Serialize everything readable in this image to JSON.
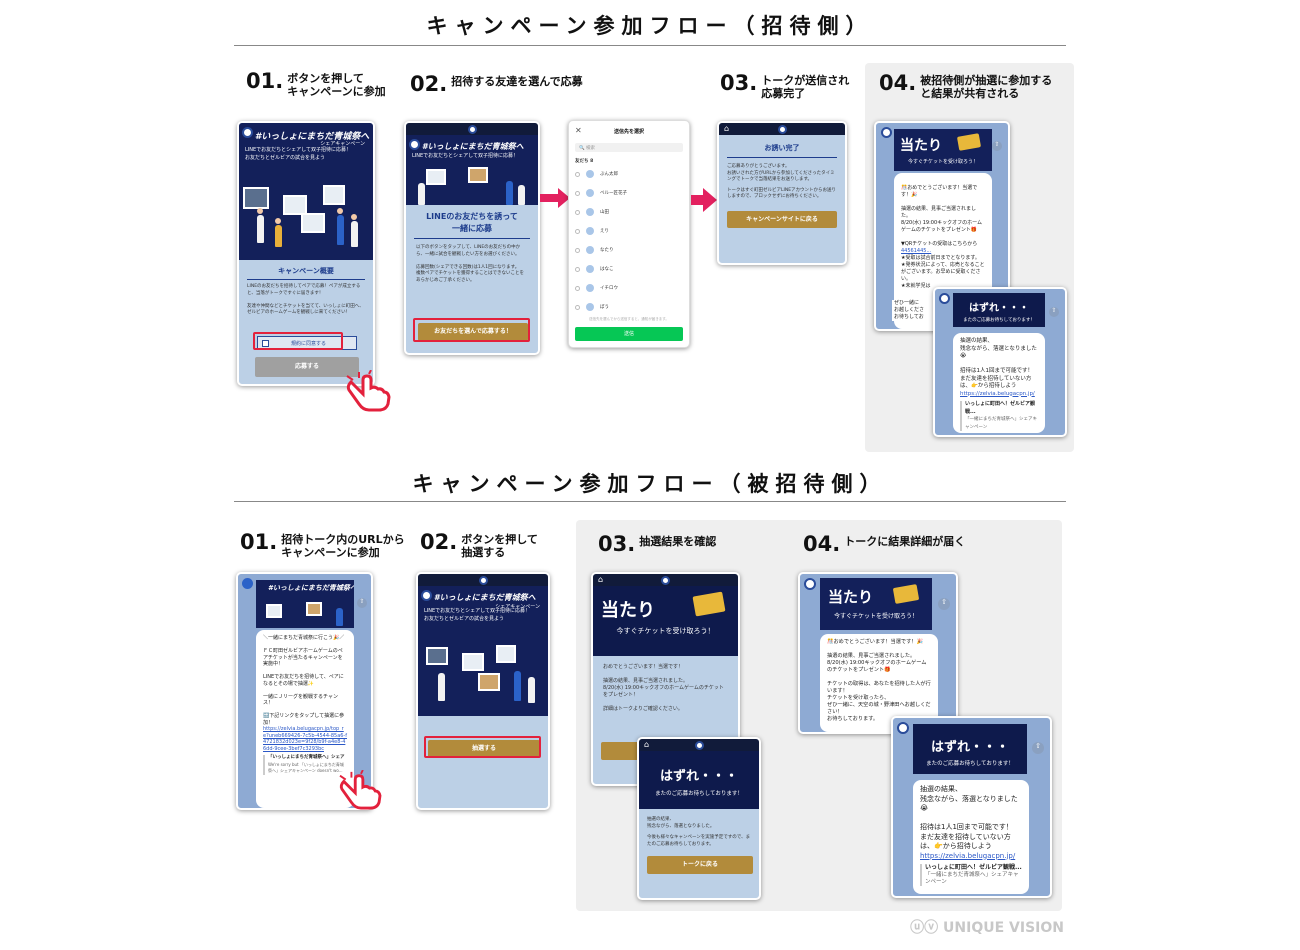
{
  "inviter": {
    "title": "キャンペーン参加フロー（招待側）",
    "steps": [
      {
        "num": "01.",
        "text": "ボタンを押して\nキャンペーンに参加"
      },
      {
        "num": "02.",
        "text": "招待する友達を選んで応募"
      },
      {
        "num": "03.",
        "text": "トークが送信され\n応募完了"
      },
      {
        "num": "04.",
        "text": "被招待側が抽選に参加する\nと結果が共有される"
      }
    ],
    "s1": {
      "banner_title": "#いっしょにまちだ青城祭へ",
      "banner_sub": "シェアキャンペーン",
      "banner_line1": "LINEでお友だちとシェアして双子招待に応募！",
      "banner_line2": "お友だちとゼルビアの試合を見よう",
      "section": "キャンペーン概要",
      "body": "LINEのお友だちを招待してペアで応募！ペアが成立すると、当落がトークですぐに届きます！\n\n友達や仲間などとチケットを当てて、いっしょに町田へ、ゼルビアのホームゲームを観戦しに来てください！",
      "agree": "規約に同意する",
      "apply": "応募する"
    },
    "s2": {
      "heading_line1": "LINEのお友だちを誘って",
      "heading_line2": "一緒に応募",
      "body": "以下のボタンをタップして、LINEのお友だちの中から、一緒に試合を観戦したい方をお選びください。\n\n応募回数(シェアできる回数)は1人1回になります。\n複数ペアでチケットを獲得することはできないことをあらかじめご了承ください。",
      "button": "お友だちを選んで応募する！"
    },
    "picker": {
      "title": "送信先を選択",
      "search": "検索",
      "section": "友だち 8",
      "names": [
        "ぶん太郎",
        "ベルー匠花子",
        "山田",
        "えり",
        "なたり",
        "はなこ",
        "イチロウ",
        "ぼう"
      ],
      "footer_note": "送信先を選んでから送信すると、通知が届きます。",
      "send": "送信"
    },
    "s3": {
      "heading": "お誘い完了",
      "body1": "ご応募ありがとうございます。\nお誘いされた方がURLから参加してくださったタイミングでトークで当落結果をお送りします。",
      "body2": "トークはすぐ町田ゼルビアLINEアカウントからお送りしますので、ブロックせずにお待ちください。",
      "button": "キャンペーンサイトに戻る"
    },
    "s4": {
      "win_word": "当たり",
      "win_sub": "今すぐチケットを受け取ろう！",
      "msg1": "🎊おめでとうございます！当選です！🎉\n\n抽選の結果、見事ご当選されました。\n8/20(水) 19:00キックオフのホームゲームのチケットをプレゼント🎁\n\n▼QRチケットの受取はこちらから",
      "msg1_link": "44561445...",
      "msg1_tail": "★受取は試合前日までとなります。\n★発券状況によって、応売となることがございます。お早めに受取ください。\n★未就学児は",
      "msg1_tail2": "ぜひ一緒に\nお越しくださ\nお待ちしてお",
      "lose_word": "はずれ・・・",
      "lose_sub": "またのご応募お待ちしております！",
      "msg2": "抽選の結果、\n残念ながら、落選となりました😭\n\n招待は1人1回まで可能です！\nまだ友達を招待していない方は、👉から招待しよう",
      "msg2_link": "https://zelvia.belugacpn.jp/",
      "card_title": "いっしょに町田へ！ゼルビア観戦...",
      "card_sub": "「一緒にまちだ青城祭へ」シェアキャンペーン"
    }
  },
  "invitee": {
    "title": "キャンペーン参加フロー（被招待側）",
    "steps": [
      {
        "num": "01.",
        "text": "招待トーク内のURLから\nキャンペーンに参加"
      },
      {
        "num": "02.",
        "text": "ボタンを押して\n抽選する"
      },
      {
        "num": "03.",
        "text": "抽選結果を確認"
      },
      {
        "num": "04.",
        "text": "トークに結果詳細が届く"
      }
    ],
    "s1": {
      "msg": "＼一緒にまちだ青城祭に行こう🎉／\n\nＦＣ町田ゼルビアホームゲームのペアチケットが当たるキャンペーンを実施中！\n\nLINEでお友だちを招待して、ペアになるとその場で抽選✨\n\n一緒にＪリーグを観戦するチャンス！\n\n🔜下記リンクをタップして抽選に参加！",
      "link": "https://zelvia.belugacpn.jp/top_re?uneb669426-7c5b-4544-85a6-f4721832d023e=9f28/b9f-a4e8-46dd-9cee-3bef7c3293bc",
      "card_title": "「いっしょにまちだ青城祭へ」シェア",
      "card_sub": "We're sorry but 「いっしょにまちだ青城祭へ」シェアキャンペーン doesn't wo..."
    },
    "s2": {
      "button": "抽選する"
    },
    "s3": {
      "win_word": "当たり",
      "win_sub": "今すぐチケットを受け取ろう！",
      "body": "おめでとうございます！当選です！\n\n抽選の結果、見事ご当選されました。\n8/20(水) 19:00キックオフのホームゲームのチケットをプレゼント！\n\n詳細はトークよりご確認ください。",
      "lose_word": "はずれ・・・",
      "lose_sub": "またのご応募お待ちしております！",
      "lose_body1": "抽選の結果、\n残念ながら、落選となりました。",
      "lose_body2": "今後も様々なキャンペーンを実施予定ですので、またのご応募お待ちしております。",
      "lose_button": "トークに戻る"
    },
    "s4": {
      "win_word": "当たり",
      "win_sub": "今すぐチケットを受け取ろう！",
      "msg1": "🎊おめでとうございます！当選です！🎉\n\n抽選の結果、見事ご当選されました。\n8/20(水) 19:00キックオフのホームゲームのチケットをプレゼント🎁\n\nチケットの取得は、あなたを招待した人が行います！\nチケットを受け取ったら、\nぜひ一緒に、天空の城・野津田へお越しください！\nお待ちしております。",
      "lose_word": "はずれ・・・",
      "lose_sub": "またのご応募お待ちしております！",
      "msg2": "抽選の結果、\n残念ながら、落選となりました😭\n\n招待は1人1回まで可能です！\nまだ友達を招待していない方は、👉から招待しよう",
      "msg2_link": "https://zelvia.belugacpn.jp/",
      "card_title": "いっしょに町田へ！ゼルビア観戦...",
      "card_sub": "「一緒にまちだ青城祭へ」シェアキャンペーン"
    }
  },
  "brand": "UNIQUE VISION",
  "colors": {
    "accent_red": "#e3213c",
    "gold": "#b28b3b",
    "navy": "#13205a",
    "line_green": "#06c755"
  }
}
